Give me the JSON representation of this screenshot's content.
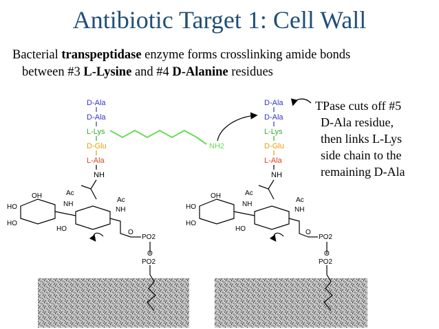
{
  "title": "Antibiotic Target 1: Cell Wall",
  "subtitle": {
    "line1_pre": "Bacterial ",
    "line1_bold": "transpeptidase",
    "line1_post": " enzyme forms crosslinking amide bonds",
    "line2_pre": "between #3 ",
    "line2_b1": "L-Lysine",
    "line2_mid": " and #4 ",
    "line2_b2": "D-Alanine",
    "line2_post": " residues"
  },
  "note": {
    "l1": "TPase cuts off #5",
    "l2": "D-Ala residue,",
    "l3": "then links L-Lys",
    "l4": "side chain to the",
    "l5": "remaining D-Ala"
  },
  "left_chain": {
    "r1": "D-Ala",
    "r2": "D-Ala",
    "r3": "L-Lys",
    "r4": "D-Glu",
    "r5": "L-Ala",
    "nh": "NH"
  },
  "right_chain": {
    "r1": "D-Ala",
    "r2": "D-Ala",
    "r3": "L-Lys",
    "r4": "D-Glu",
    "r5": "L-Ala",
    "nh": "NH"
  },
  "lysine_amine": "NH2",
  "sugar_labels": {
    "oh": "OH",
    "ac": "Ac",
    "nh": "NH",
    "ho": "HO",
    "o": "O",
    "po2": "PO2"
  },
  "colors": {
    "title": "#1f4e79",
    "ala": "#3333cc",
    "lys": "#33aa33",
    "glu": "#e6a000",
    "lala": "#e04020",
    "lysine_chain": "#66dd55"
  }
}
